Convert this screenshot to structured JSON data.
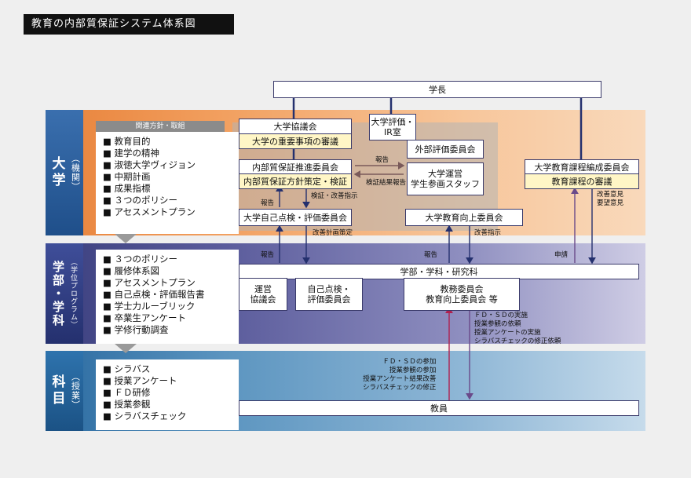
{
  "title": "教育の内部質保証システム体系図",
  "sections": {
    "univ": {
      "main": "大学",
      "sub": "（機関）"
    },
    "faculty": {
      "main": "学部・学科",
      "sub": "（学位プログラム）"
    },
    "subject": {
      "main": "科目",
      "sub": "（授業）"
    }
  },
  "univ_list": {
    "header": "関連方針・取組",
    "items": [
      "■ 教育目的",
      "■ 建学の精神",
      "■ 淑徳大学ヴィジョン",
      "■ 中期計画",
      "■ 成果指標",
      "■ ３つのポリシー",
      "■ アセスメントプラン"
    ]
  },
  "faculty_list": {
    "items": [
      "■ ３つのポリシー",
      "■ 履修体系図",
      "■ アセスメントプラン",
      "■ 自己点検・評価報告書",
      "■ 学士力ルーブリック",
      "■ 卒業生アンケート",
      "■ 学修行動調査"
    ]
  },
  "subject_list": {
    "items": [
      "■ シラバス",
      "■ 授業アンケート",
      "■ ＦＤ研修",
      "■ 授業参観",
      "■ シラバスチェック"
    ]
  },
  "boxes": {
    "president": "学長",
    "council": "大学協議会",
    "council_role": "大学の重要事項の審議",
    "eval_office": "大学評価・\nIR室",
    "qa_committee": "内部質保証推進委員会",
    "qa_role": "内部質保証方針策定・検証",
    "external": "外部評価委員会",
    "staff": "大学運営\n学生参画スタッフ",
    "self_eval": "大学自己点検・評価委員会",
    "curriculum": "大学教育課程編成委員会",
    "curriculum_role": "教育課程の審議",
    "edu_improve": "大学教育向上委員会",
    "faculty_dept": "学部・学科・研究科",
    "admin_council": "運営\n協議会",
    "fac_self_eval": "自己点検・\n評価委員会",
    "academic": "教務委員会\n教育向上委員会 等",
    "teachers": "教員"
  },
  "labels": {
    "report1": "報告",
    "verify": "検証・改善指示",
    "report_staff": "報告",
    "verify_report": "検証結果報告",
    "report_left": "報告",
    "improve_plan": "改善計画策定",
    "report_mid": "報告",
    "improve_instr": "改善指示",
    "apply": "申請",
    "improve_opinion": "改善意見\n要望意見",
    "fac_notes": "ＦＤ・ＳＤの実施\n授業参観の依頼\n授業アンケートの実施\nシラバスチェックの修正依頼",
    "teacher_notes": "ＦＤ・ＳＤの参加\n授業参観の参加\n授業アンケート結果改善\nシラバスチェックの修正"
  }
}
